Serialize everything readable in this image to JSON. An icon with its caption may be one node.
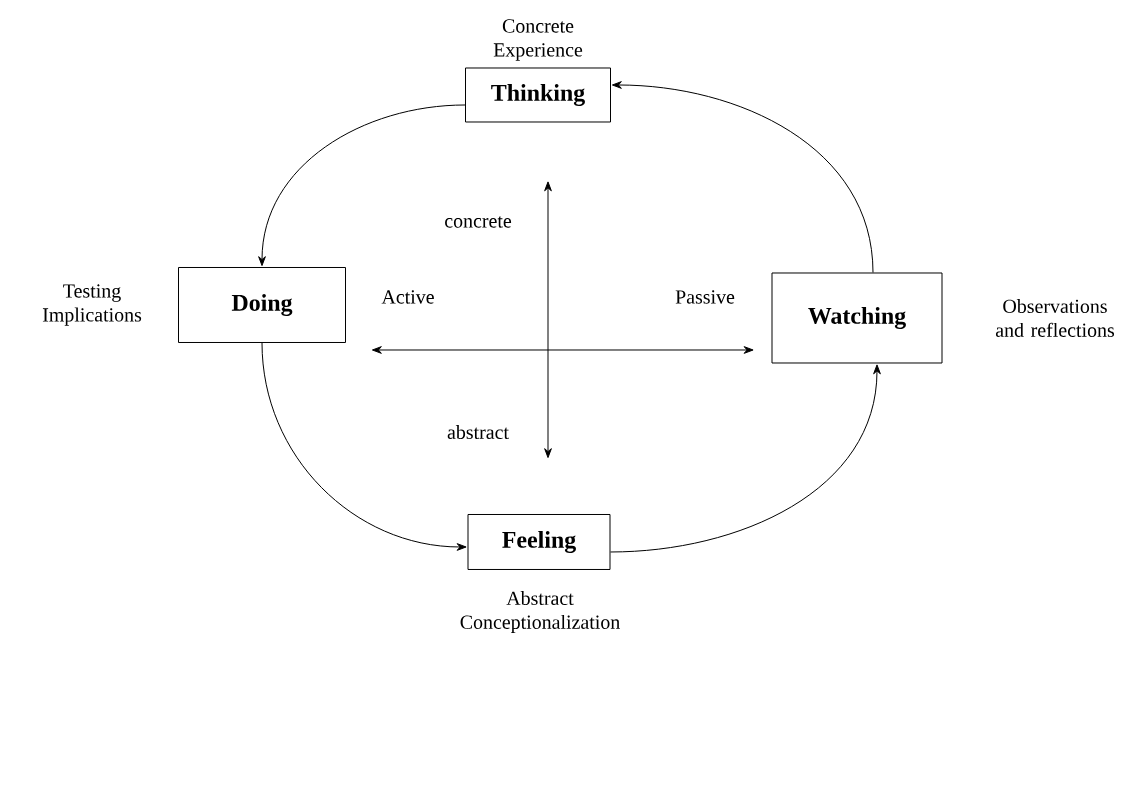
{
  "diagram": {
    "nodes": [
      {
        "text": [
          "Thinking"
        ],
        "beside": [
          "Concrete Experience"
        ]
      },
      {
        "text": [
          "Doing"
        ],
        "beside": [
          "Testing Implications"
        ]
      },
      {
        "text": [
          "Watching"
        ],
        "beside": [
          "Observations and reflections"
        ]
      },
      {
        "text": [
          "Feeling"
        ],
        "beside": [
          "Abstract Conceptionalization"
        ]
      }
    ],
    "edges": [
      {
        "from": 0,
        "to": 1,
        "arrow": "to"
      },
      {
        "from": 1,
        "to": 3,
        "arrow": "to"
      },
      {
        "from": 3,
        "to": 2,
        "arrow": "to"
      },
      {
        "from": 2,
        "to": 0,
        "arrow": "to"
      },
      {
        "from": 0,
        "to": 3,
        "arrow": "both"
      },
      {
        "from": 1,
        "to": 2,
        "arrow": "both"
      }
    ],
    "labels": [
      "concrete",
      "Active",
      "Passive",
      "abstract"
    ]
  }
}
